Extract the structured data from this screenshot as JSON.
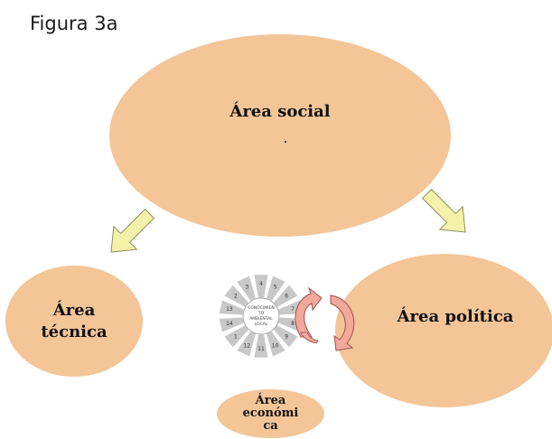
{
  "caption": "Figura 3a",
  "areas": {
    "social": "Área social",
    "tecnica": "Área\ntécnica",
    "politica": "Área política",
    "economica": "Área\neconómi\nca"
  },
  "wheel": {
    "center_text": [
      "CONOCIMIEN",
      "TO",
      "AMBIENTAL",
      "LOCAL"
    ],
    "segment_numbers": [
      "1",
      "2",
      "3",
      "4",
      "5",
      "6",
      "7",
      "8",
      "9",
      "10",
      "11",
      "12",
      "13",
      "14"
    ]
  },
  "colors": {
    "ellipse_fill": "#f3c597",
    "arrow_fill": "#f4f2a8",
    "cycle_arrow_fill": "#f2a89a",
    "wheel_fill": "#c8c8c8"
  }
}
